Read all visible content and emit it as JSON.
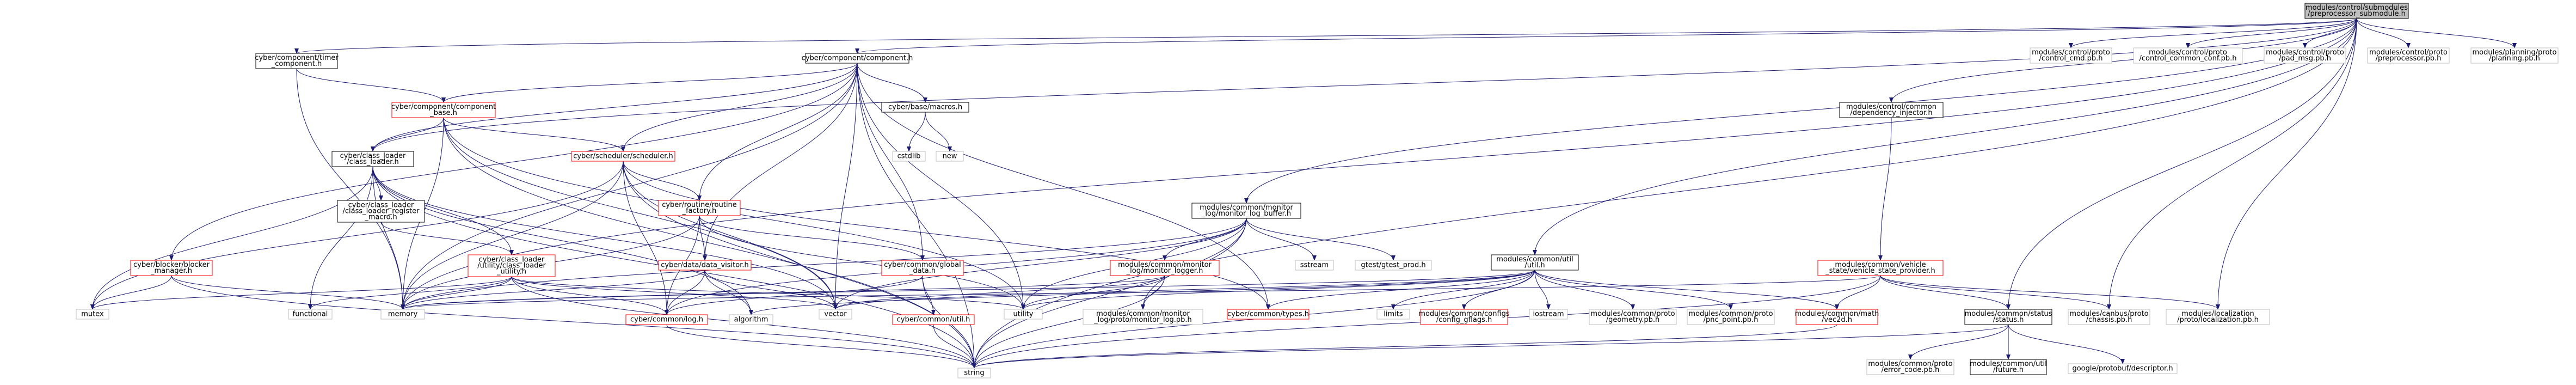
{
  "colors": {
    "edge": "#191970",
    "arrowhead": "#191970",
    "root_fill": "#bfbfbf",
    "root_border": "#000000",
    "documented_border": "#000000",
    "external_border": "#bfbfbf",
    "has_children_border": "#ff0000",
    "text": "#000000"
  },
  "nodes": [
    {
      "id": "root",
      "lines": [
        "modules/control/submodules",
        "/preprocessor_submodule.h"
      ],
      "kind": "root"
    },
    {
      "id": "timer_component",
      "lines": [
        "cyber/component/timer",
        "_component.h"
      ],
      "kind": "documented"
    },
    {
      "id": "component",
      "lines": [
        "cyber/component/component.h"
      ],
      "kind": "documented"
    },
    {
      "id": "component_base",
      "lines": [
        "cyber/component/component",
        "_base.h"
      ],
      "kind": "has_children"
    },
    {
      "id": "class_loader",
      "lines": [
        "cyber/class_loader",
        "/class_loader.h"
      ],
      "kind": "documented"
    },
    {
      "id": "scheduler",
      "lines": [
        "cyber/scheduler/scheduler.h"
      ],
      "kind": "has_children"
    },
    {
      "id": "macros",
      "lines": [
        "cyber/base/macros.h"
      ],
      "kind": "documented"
    },
    {
      "id": "cstdlib",
      "lines": [
        "cstdlib"
      ],
      "kind": "external"
    },
    {
      "id": "new",
      "lines": [
        "new"
      ],
      "kind": "external"
    },
    {
      "id": "class_loader_register_macro",
      "lines": [
        "cyber/class_loader",
        "/class_loader_register",
        "_macro.h"
      ],
      "kind": "documented"
    },
    {
      "id": "routine_factory",
      "lines": [
        "cyber/routine/routine",
        "_factory.h"
      ],
      "kind": "has_children"
    },
    {
      "id": "blocker_manager",
      "lines": [
        "cyber/blocker/blocker",
        "_manager.h"
      ],
      "kind": "has_children"
    },
    {
      "id": "class_loader_utility",
      "lines": [
        "cyber/class_loader",
        "/utility/class_loader",
        "_utility.h"
      ],
      "kind": "has_children"
    },
    {
      "id": "data_visitor",
      "lines": [
        "cyber/data/data_visitor.h"
      ],
      "kind": "has_children"
    },
    {
      "id": "global_data",
      "lines": [
        "cyber/common/global",
        "_data.h"
      ],
      "kind": "has_children"
    },
    {
      "id": "monitor_log_buffer",
      "lines": [
        "modules/common/monitor",
        "_log/monitor_log_buffer.h"
      ],
      "kind": "documented"
    },
    {
      "id": "monitor_logger",
      "lines": [
        "modules/common/monitor",
        "_log/monitor_logger.h"
      ],
      "kind": "has_children"
    },
    {
      "id": "sstream",
      "lines": [
        "sstream"
      ],
      "kind": "external"
    },
    {
      "id": "gtest_prod",
      "lines": [
        "gtest/gtest_prod.h"
      ],
      "kind": "external"
    },
    {
      "id": "util",
      "lines": [
        "modules/common/util",
        "/util.h"
      ],
      "kind": "documented"
    },
    {
      "id": "dependency_injector",
      "lines": [
        "modules/control/common",
        "/dependency_injector.h"
      ],
      "kind": "documented"
    },
    {
      "id": "vehicle_state_provider",
      "lines": [
        "modules/common/vehicle",
        "_state/vehicle_state_provider.h"
      ],
      "kind": "has_children"
    },
    {
      "id": "control_cmd_pb",
      "lines": [
        "modules/control/proto",
        "/control_cmd.pb.h"
      ],
      "kind": "external"
    },
    {
      "id": "control_common_conf_pb",
      "lines": [
        "modules/control/proto",
        "/control_common_conf.pb.h"
      ],
      "kind": "external"
    },
    {
      "id": "pad_msg_pb",
      "lines": [
        "modules/control/proto",
        "/pad_msg.pb.h"
      ],
      "kind": "external"
    },
    {
      "id": "preprocessor_pb",
      "lines": [
        "modules/control/proto",
        "/preprocessor.pb.h"
      ],
      "kind": "external"
    },
    {
      "id": "planning_pb",
      "lines": [
        "modules/planning/proto",
        "/planning.pb.h"
      ],
      "kind": "external"
    },
    {
      "id": "mutex",
      "lines": [
        "mutex"
      ],
      "kind": "external"
    },
    {
      "id": "memory",
      "lines": [
        "memory"
      ],
      "kind": "external"
    },
    {
      "id": "functional",
      "lines": [
        "functional"
      ],
      "kind": "external"
    },
    {
      "id": "log",
      "lines": [
        "cyber/common/log.h"
      ],
      "kind": "has_children"
    },
    {
      "id": "algorithm",
      "lines": [
        "algorithm"
      ],
      "kind": "external"
    },
    {
      "id": "vector",
      "lines": [
        "vector"
      ],
      "kind": "external"
    },
    {
      "id": "cyber_util",
      "lines": [
        "cyber/common/util.h"
      ],
      "kind": "has_children"
    },
    {
      "id": "utility",
      "lines": [
        "utility"
      ],
      "kind": "external"
    },
    {
      "id": "monitor_log_pb",
      "lines": [
        "modules/common/monitor",
        "_log/proto/monitor_log.pb.h"
      ],
      "kind": "external"
    },
    {
      "id": "types",
      "lines": [
        "cyber/common/types.h"
      ],
      "kind": "has_children"
    },
    {
      "id": "limits",
      "lines": [
        "limits"
      ],
      "kind": "external"
    },
    {
      "id": "config_gflags",
      "lines": [
        "modules/common/configs",
        "/config_gflags.h"
      ],
      "kind": "has_children"
    },
    {
      "id": "iostream",
      "lines": [
        "iostream"
      ],
      "kind": "external"
    },
    {
      "id": "geometry_pb",
      "lines": [
        "modules/common/proto",
        "/geometry.pb.h"
      ],
      "kind": "external"
    },
    {
      "id": "pnc_point_pb",
      "lines": [
        "modules/common/proto",
        "/pnc_point.pb.h"
      ],
      "kind": "external"
    },
    {
      "id": "vec2d",
      "lines": [
        "modules/common/math",
        "/vec2d.h"
      ],
      "kind": "has_children"
    },
    {
      "id": "status",
      "lines": [
        "modules/common/status",
        "/status.h"
      ],
      "kind": "documented"
    },
    {
      "id": "chassis_pb",
      "lines": [
        "modules/canbus/proto",
        "/chassis.pb.h"
      ],
      "kind": "external"
    },
    {
      "id": "localization_pb",
      "lines": [
        "modules/localization",
        "/proto/localization.pb.h"
      ],
      "kind": "external"
    },
    {
      "id": "string",
      "lines": [
        "string"
      ],
      "kind": "external"
    },
    {
      "id": "error_code_pb",
      "lines": [
        "modules/common/proto",
        "/error_code.pb.h"
      ],
      "kind": "external"
    },
    {
      "id": "future",
      "lines": [
        "modules/common/util",
        "/future.h"
      ],
      "kind": "documented"
    },
    {
      "id": "descriptor",
      "lines": [
        "google/protobuf/descriptor.h"
      ],
      "kind": "external"
    }
  ],
  "edges": [
    [
      "root",
      "timer_component"
    ],
    [
      "root",
      "component"
    ],
    [
      "root",
      "dependency_injector"
    ],
    [
      "root",
      "control_cmd_pb"
    ],
    [
      "root",
      "control_common_conf_pb"
    ],
    [
      "root",
      "pad_msg_pb"
    ],
    [
      "root",
      "preprocessor_pb"
    ],
    [
      "root",
      "planning_pb"
    ],
    [
      "root",
      "monitor_log_buffer"
    ],
    [
      "root",
      "util"
    ],
    [
      "root",
      "status"
    ],
    [
      "root",
      "string"
    ],
    [
      "root",
      "memory"
    ],
    [
      "root",
      "class_loader"
    ],
    [
      "root",
      "chassis_pb"
    ],
    [
      "root",
      "localization_pb"
    ],
    [
      "timer_component",
      "component_base"
    ],
    [
      "timer_component",
      "memory"
    ],
    [
      "component",
      "component_base"
    ],
    [
      "component",
      "class_loader"
    ],
    [
      "component",
      "scheduler"
    ],
    [
      "component",
      "macros"
    ],
    [
      "component",
      "routine_factory"
    ],
    [
      "component",
      "data_visitor"
    ],
    [
      "component",
      "global_data"
    ],
    [
      "component",
      "blocker_manager"
    ],
    [
      "component",
      "types"
    ],
    [
      "component",
      "utility"
    ],
    [
      "component",
      "vector"
    ],
    [
      "component",
      "memory"
    ],
    [
      "component",
      "string"
    ],
    [
      "component_base",
      "class_loader"
    ],
    [
      "component_base",
      "scheduler"
    ],
    [
      "component_base",
      "memory"
    ],
    [
      "component_base",
      "vector"
    ],
    [
      "component_base",
      "string"
    ],
    [
      "component_base",
      "utility"
    ],
    [
      "class_loader",
      "class_loader_register_macro"
    ],
    [
      "class_loader",
      "class_loader_utility"
    ],
    [
      "class_loader",
      "mutex"
    ],
    [
      "class_loader",
      "memory"
    ],
    [
      "class_loader",
      "functional"
    ],
    [
      "class_loader",
      "vector"
    ],
    [
      "class_loader",
      "string"
    ],
    [
      "class_loader",
      "algorithm"
    ],
    [
      "class_loader_register_macro",
      "class_loader_utility"
    ],
    [
      "class_loader_utility",
      "memory"
    ],
    [
      "class_loader_utility",
      "log"
    ],
    [
      "class_loader_utility",
      "mutex"
    ],
    [
      "class_loader_utility",
      "functional"
    ],
    [
      "class_loader_utility",
      "vector"
    ],
    [
      "class_loader_utility",
      "string"
    ],
    [
      "class_loader_utility",
      "utility"
    ],
    [
      "scheduler",
      "routine_factory"
    ],
    [
      "scheduler",
      "log"
    ],
    [
      "scheduler",
      "memory"
    ],
    [
      "scheduler",
      "mutex"
    ],
    [
      "scheduler",
      "vector"
    ],
    [
      "scheduler",
      "string"
    ],
    [
      "scheduler",
      "types"
    ],
    [
      "macros",
      "cstdlib"
    ],
    [
      "macros",
      "new"
    ],
    [
      "routine_factory",
      "data_visitor"
    ],
    [
      "routine_factory",
      "global_data"
    ],
    [
      "routine_factory",
      "log"
    ],
    [
      "routine_factory",
      "memory"
    ],
    [
      "routine_factory",
      "utility"
    ],
    [
      "blocker_manager",
      "mutex"
    ],
    [
      "blocker_manager",
      "memory"
    ],
    [
      "blocker_manager",
      "string"
    ],
    [
      "data_visitor",
      "log"
    ],
    [
      "data_visitor",
      "algorithm"
    ],
    [
      "data_visitor",
      "memory"
    ],
    [
      "data_visitor",
      "vector"
    ],
    [
      "global_data",
      "log"
    ],
    [
      "global_data",
      "cyber_util"
    ],
    [
      "global_data",
      "string"
    ],
    [
      "cyber_util",
      "string"
    ],
    [
      "log",
      "string"
    ],
    [
      "monitor_log_buffer",
      "monitor_logger"
    ],
    [
      "monitor_log_buffer",
      "sstream"
    ],
    [
      "monitor_log_buffer",
      "gtest_prod"
    ],
    [
      "monitor_log_buffer",
      "log"
    ],
    [
      "monitor_log_buffer",
      "vector"
    ],
    [
      "monitor_log_buffer",
      "string"
    ],
    [
      "monitor_log_buffer",
      "monitor_log_pb"
    ],
    [
      "monitor_log_buffer",
      "memory"
    ],
    [
      "monitor_log_buffer",
      "utility"
    ],
    [
      "monitor_logger",
      "monitor_log_pb"
    ],
    [
      "monitor_logger",
      "string"
    ],
    [
      "monitor_logger",
      "vector"
    ],
    [
      "monitor_logger",
      "memory"
    ],
    [
      "monitor_logger",
      "utility"
    ],
    [
      "util",
      "types"
    ],
    [
      "util",
      "limits"
    ],
    [
      "util",
      "config_gflags"
    ],
    [
      "util",
      "iostream"
    ],
    [
      "util",
      "geometry_pb"
    ],
    [
      "util",
      "pnc_point_pb"
    ],
    [
      "util",
      "vec2d"
    ],
    [
      "util",
      "memory"
    ],
    [
      "util",
      "vector"
    ],
    [
      "util",
      "utility"
    ],
    [
      "util",
      "algorithm"
    ],
    [
      "util",
      "string"
    ],
    [
      "dependency_injector",
      "vehicle_state_provider"
    ],
    [
      "vehicle_state_provider",
      "status"
    ],
    [
      "vehicle_state_provider",
      "chassis_pb"
    ],
    [
      "vehicle_state_provider",
      "localization_pb"
    ],
    [
      "vehicle_state_provider",
      "vec2d"
    ],
    [
      "vehicle_state_provider",
      "memory"
    ],
    [
      "vehicle_state_provider",
      "string"
    ],
    [
      "status",
      "error_code_pb"
    ],
    [
      "status",
      "future"
    ],
    [
      "status",
      "descriptor"
    ],
    [
      "status",
      "string"
    ],
    [
      "vec2d",
      "string"
    ]
  ]
}
